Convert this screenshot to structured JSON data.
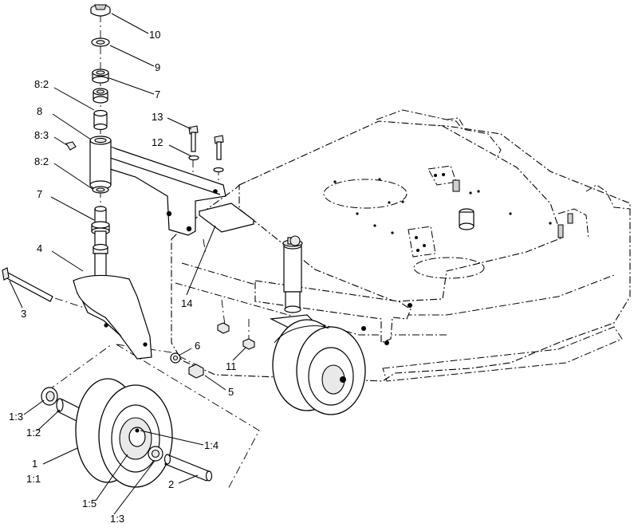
{
  "callouts": [
    {
      "label": "10"
    },
    {
      "label": "9"
    },
    {
      "label": "7"
    },
    {
      "label": "8:2"
    },
    {
      "label": "8"
    },
    {
      "label": "13"
    },
    {
      "label": "12"
    },
    {
      "label": "8:3"
    },
    {
      "label": "8:2"
    },
    {
      "label": "7"
    },
    {
      "label": "4"
    },
    {
      "label": "3"
    },
    {
      "label": "14"
    },
    {
      "label": "6"
    },
    {
      "label": "11"
    },
    {
      "label": "5"
    },
    {
      "label": "1:3"
    },
    {
      "label": "1:2"
    },
    {
      "label": "1:4"
    },
    {
      "label": "1"
    },
    {
      "label": "1:1"
    },
    {
      "label": "2"
    },
    {
      "label": "1:5"
    },
    {
      "label": "1:3"
    }
  ]
}
